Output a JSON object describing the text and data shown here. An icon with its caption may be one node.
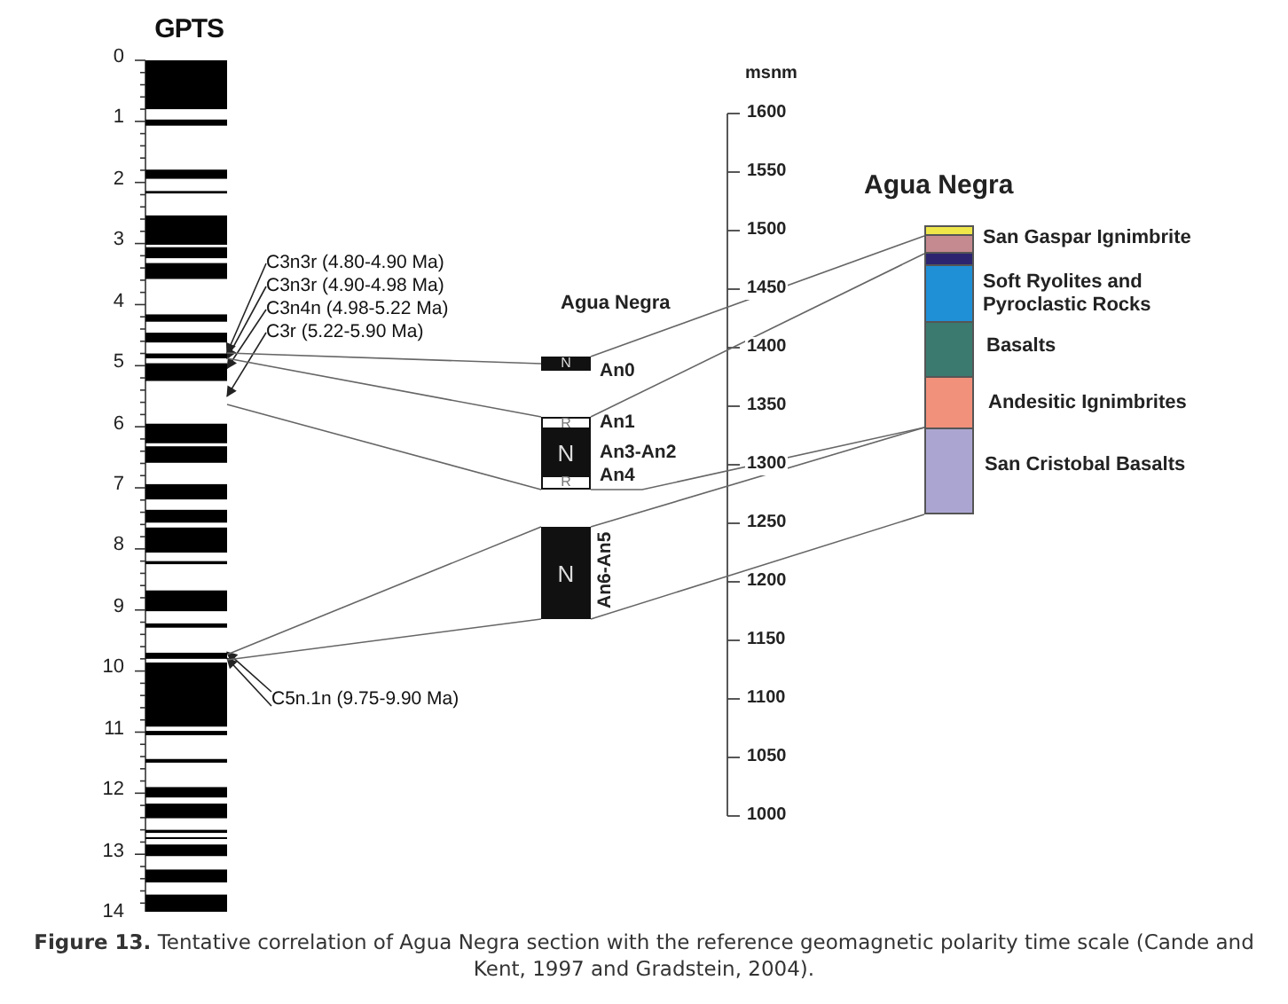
{
  "diagram": {
    "caption": "**Figure 13.** Tentative correlation of Agua Negra section with the reference geomagnetic polarity time scale (Cande and Kent, 1997 and Gradstein, 2004).",
    "nodes": [
      {
        "text": [
          "GPTS"
        ]
      },
      {
        "text": [
          "C3n3r (4.80-4.90 Ma)"
        ]
      },
      {
        "text": [
          "C3n3r (4.90-4.98 Ma)"
        ]
      },
      {
        "text": [
          "C3n4n (4.98-5.22 Ma)"
        ]
      },
      {
        "text": [
          "C3r (5.22-5.90 Ma)"
        ]
      },
      {
        "text": [
          "C5n.1n (9.75-9.90 Ma)"
        ]
      },
      {
        "text": [
          "N"
        ],
        "beside": [
          "An0"
        ]
      },
      {
        "text": [
          "R"
        ],
        "beside": [
          "An1"
        ]
      },
      {
        "text": [
          "N"
        ],
        "beside": [
          "An3-An2"
        ]
      },
      {
        "text": [
          "R"
        ],
        "beside": [
          "An4"
        ]
      },
      {
        "text": [
          "N"
        ],
        "beside": [
          "An6-An5"
        ]
      },
      {
        "text": [],
        "shape": "bar"
      },
      {
        "text": [],
        "shape": "bar",
        "beside": [
          "San Gaspar Ignimbrite"
        ]
      },
      {
        "text": [],
        "shape": "bar"
      },
      {
        "text": [],
        "shape": "bar",
        "beside": [
          "Soft Ryolites and Pyroclastic Rocks"
        ]
      },
      {
        "text": [],
        "shape": "bar",
        "beside": [
          "Basalts"
        ]
      },
      {
        "text": [],
        "shape": "bar",
        "beside": [
          "Andesitic Ignimbrites"
        ]
      },
      {
        "text": [],
        "shape": "bar",
        "beside": [
          "San Cristobal Basalts"
        ]
      }
    ],
    "edges": [
      {
        "from": 1,
        "to": 0,
        "arrow": "to"
      },
      {
        "from": 2,
        "to": 0,
        "arrow": "to"
      },
      {
        "from": 3,
        "to": 0,
        "arrow": "to"
      },
      {
        "from": 4,
        "to": 0,
        "arrow": "to"
      },
      {
        "from": 5,
        "to": 0,
        "arrow": "to"
      },
      {
        "from": 5,
        "to": 0,
        "arrow": "to"
      },
      {
        "from": 0,
        "to": 6,
        "arrow": "none"
      },
      {
        "from": 0,
        "to": 7,
        "arrow": "none"
      },
      {
        "from": 0,
        "to": 9,
        "arrow": "none"
      },
      {
        "from": 0,
        "to": 10,
        "arrow": "none"
      },
      {
        "from": 0,
        "to": 10,
        "arrow": "none"
      },
      {
        "from": 6,
        "to": 12,
        "arrow": "none"
      },
      {
        "from": 7,
        "to": 13,
        "arrow": "none"
      },
      {
        "from": 9,
        "to": 17,
        "arrow": "none"
      },
      {
        "from": 10,
        "to": 17,
        "arrow": "none"
      },
      {
        "from": 10,
        "to": 17,
        "arrow": "none"
      }
    ],
    "labels": [
      "0",
      "1",
      "2",
      "3",
      "4",
      "5",
      "6",
      "7",
      "8",
      "9",
      "10",
      "11",
      "12",
      "13",
      "14",
      "Agua Negra",
      "msnm",
      "1600",
      "1550",
      "1500",
      "1450",
      "1400",
      "1350",
      "1300",
      "1250",
      "1200",
      "1150",
      "1100",
      "1050",
      "1000",
      "Agua Negra"
    ]
  }
}
